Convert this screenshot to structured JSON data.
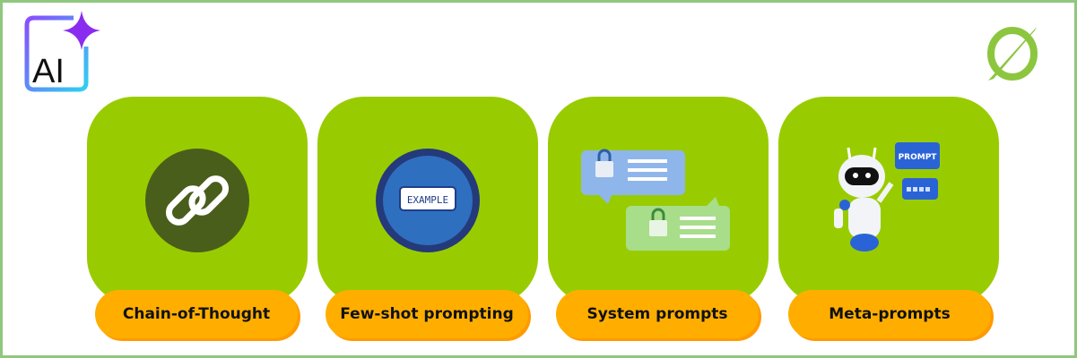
{
  "logo": {
    "text": "AI"
  },
  "colors": {
    "card": "#99cc00",
    "pill": "#ffae00",
    "border": "#8fc77e"
  },
  "cards": [
    {
      "label": "Chain-of-Thought",
      "icon": "link-icon"
    },
    {
      "label": "Few-shot prompting",
      "icon": "example-icon",
      "badge": "EXAMPLE"
    },
    {
      "label": "System prompts",
      "icon": "chat-lock-icon"
    },
    {
      "label": "Meta-prompts",
      "icon": "robot-icon",
      "badge": "PROMPT"
    }
  ]
}
